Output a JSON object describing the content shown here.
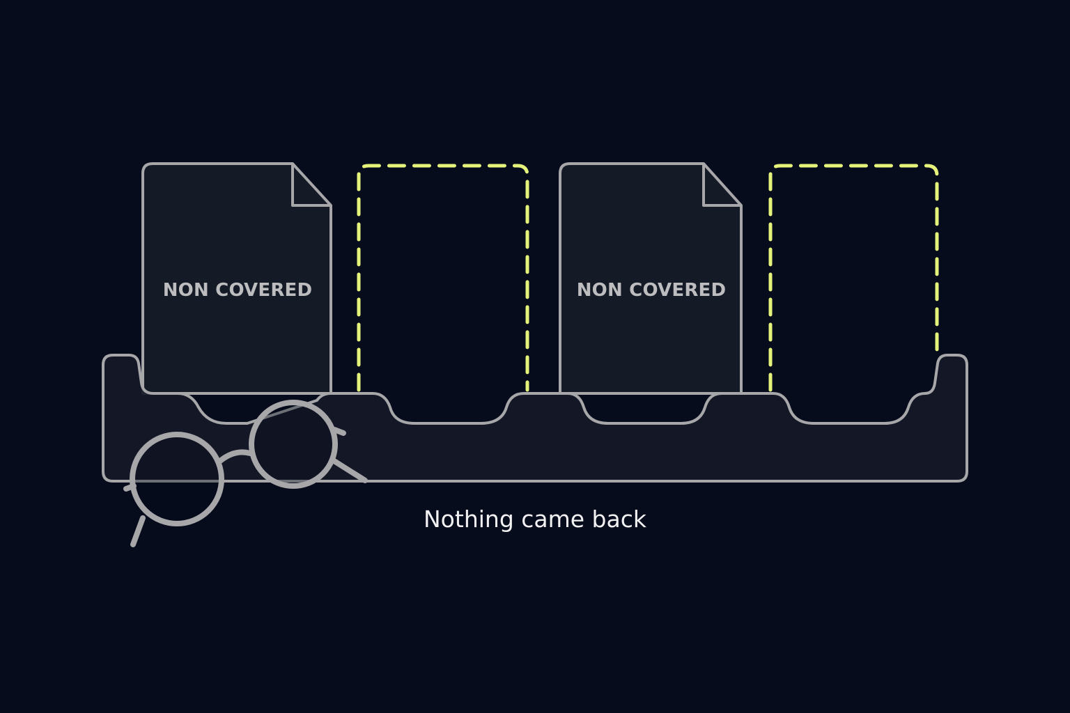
{
  "documents": [
    {
      "label": "NON COVERED"
    },
    {
      "label": "NON COVERED"
    }
  ],
  "empty_slot_icon": "dashed-placeholder-slot",
  "tray_icon": "document-tray",
  "glasses_icon": "eyeglasses-icon",
  "caption": "Nothing came back",
  "colors": {
    "background": "#070c1d",
    "outline": "#a7a7aa",
    "label": "#bdbdc0",
    "placeholder": "#e6f37b",
    "caption": "#f2f2f2"
  }
}
